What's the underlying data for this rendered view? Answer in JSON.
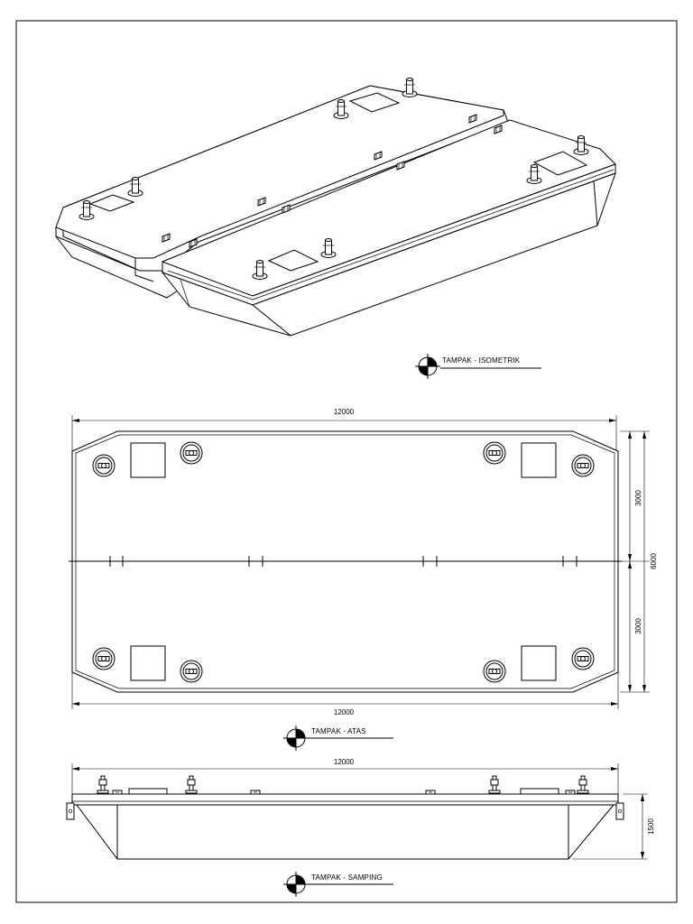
{
  "views": {
    "isometric": {
      "label": "TAMPAK -  ISOMETRIK"
    },
    "top": {
      "label": "TAMPAK - ATAS"
    },
    "side": {
      "label": "TAMPAK - SAMPING"
    }
  },
  "dimensions": {
    "top_length": "12000",
    "bottom_length": "12000",
    "side_length": "12000",
    "half_width_upper": "3000",
    "half_width_lower": "3000",
    "total_width": "6000",
    "height": "1500"
  }
}
